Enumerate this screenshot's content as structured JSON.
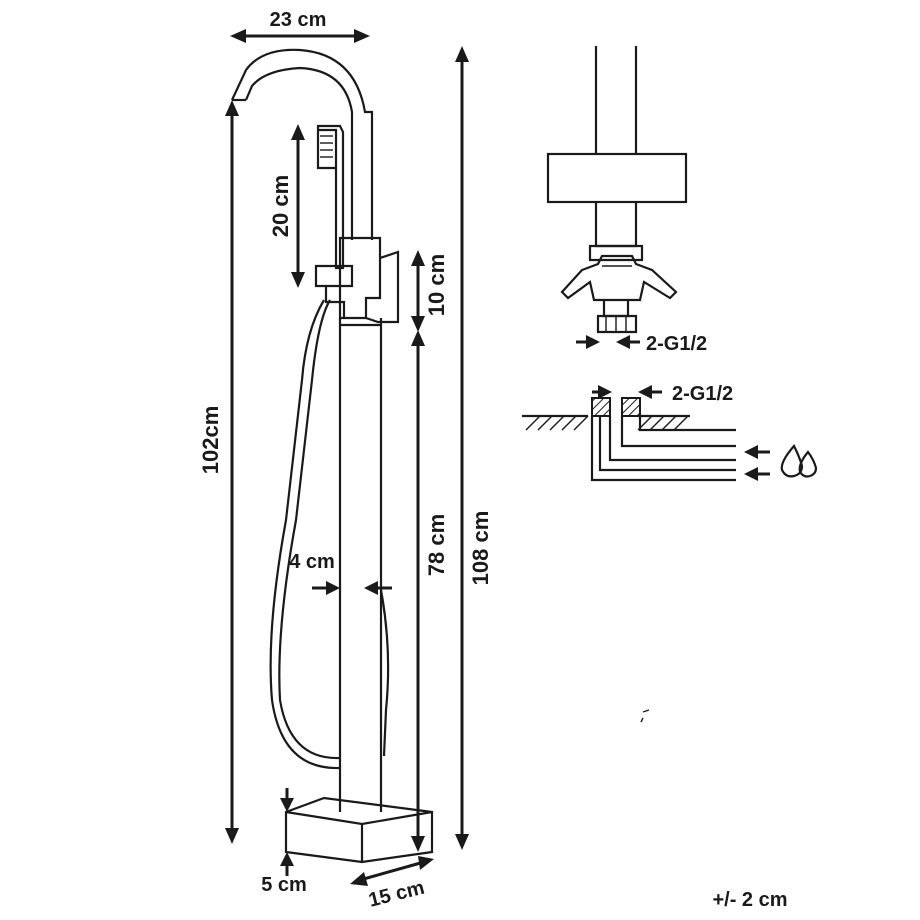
{
  "dimensions": {
    "spout_width": "23 cm",
    "handshower_length": "20 cm",
    "mixer_height": "10 cm",
    "spout_height": "102cm",
    "body_height": "78 cm",
    "total_height": "108 cm",
    "pipe_diameter": "4 cm",
    "base_height": "5 cm",
    "base_width": "15 cm"
  },
  "connections": {
    "thread_upper": "2-G1/2",
    "thread_lower": "2-G1/2"
  },
  "tolerance": "+/- 2 cm",
  "icons": {
    "water": "water-drops-icon"
  }
}
